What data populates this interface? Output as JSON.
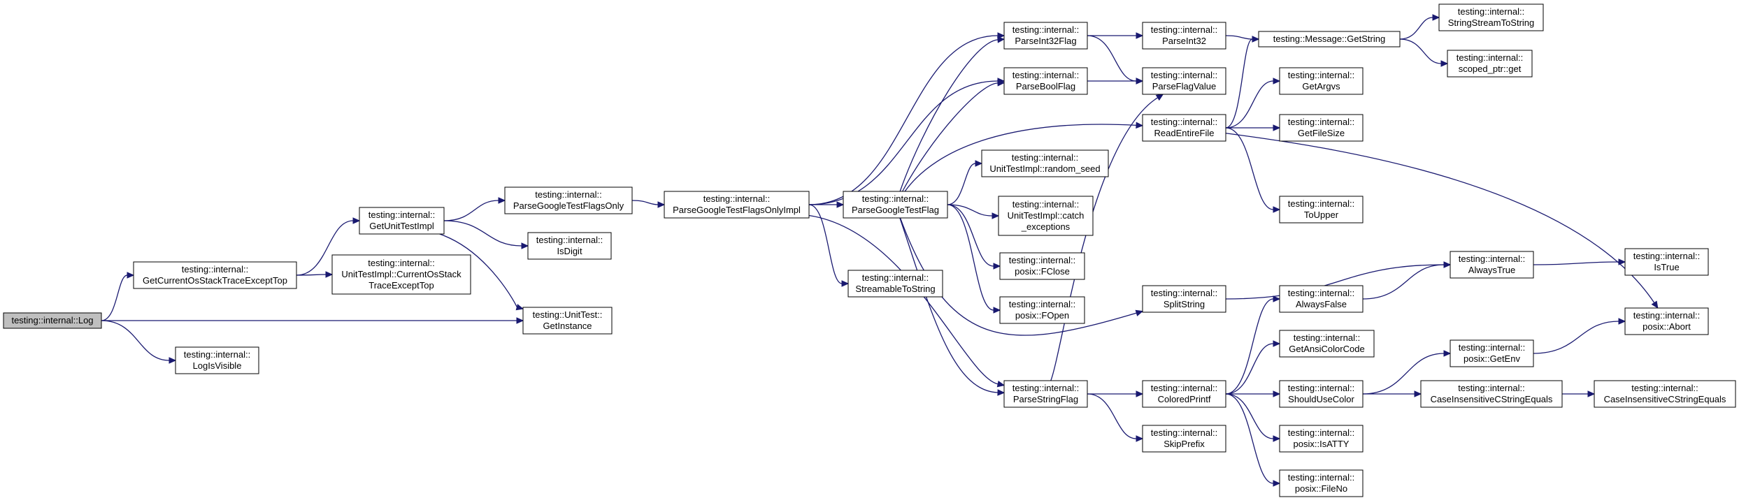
{
  "graph": {
    "nodes": [
      {
        "id": "log",
        "lines": [
          "testing::internal::Log"
        ],
        "root": true
      },
      {
        "id": "getcurrentos",
        "lines": [
          "testing::internal::",
          "GetCurrentOsStackTraceExceptTop"
        ]
      },
      {
        "id": "logisvisible",
        "lines": [
          "testing::internal::",
          "LogIsVisible"
        ]
      },
      {
        "id": "getinstance",
        "lines": [
          "testing::UnitTest::",
          "GetInstance"
        ]
      },
      {
        "id": "getunittestimpl",
        "lines": [
          "testing::internal::",
          "GetUnitTestImpl"
        ]
      },
      {
        "id": "currentosstack",
        "lines": [
          "testing::internal::",
          "UnitTestImpl::CurrentOsStack",
          "TraceExceptTop"
        ]
      },
      {
        "id": "parseflagsonly",
        "lines": [
          "testing::internal::",
          "ParseGoogleTestFlagsOnly"
        ]
      },
      {
        "id": "isdigit",
        "lines": [
          "testing::internal::",
          "IsDigit"
        ]
      },
      {
        "id": "parseflagsonlyimpl",
        "lines": [
          "testing::internal::",
          "ParseGoogleTestFlagsOnlyImpl"
        ]
      },
      {
        "id": "parseint32flag",
        "lines": [
          "testing::internal::",
          "ParseInt32Flag"
        ]
      },
      {
        "id": "parseboolflag",
        "lines": [
          "testing::internal::",
          "ParseBoolFlag"
        ]
      },
      {
        "id": "parsegoogletestflag",
        "lines": [
          "testing::internal::",
          "ParseGoogleTestFlag"
        ]
      },
      {
        "id": "streamabletostring",
        "lines": [
          "testing::internal::",
          "StreamableToString"
        ]
      },
      {
        "id": "parsestringflag",
        "lines": [
          "testing::internal::",
          "ParseStringFlag"
        ]
      },
      {
        "id": "randomseed",
        "lines": [
          "testing::internal::",
          "UnitTestImpl::random_seed"
        ]
      },
      {
        "id": "catchexceptions",
        "lines": [
          "testing::internal::",
          "UnitTestImpl::catch",
          "_exceptions"
        ]
      },
      {
        "id": "fclose",
        "lines": [
          "testing::internal::",
          "posix::FClose"
        ]
      },
      {
        "id": "fopen",
        "lines": [
          "testing::internal::",
          "posix::FOpen"
        ]
      },
      {
        "id": "parseint32",
        "lines": [
          "testing::internal::",
          "ParseInt32"
        ]
      },
      {
        "id": "parseflagvalue",
        "lines": [
          "testing::internal::",
          "ParseFlagValue"
        ]
      },
      {
        "id": "readentirefile",
        "lines": [
          "testing::internal::",
          "ReadEntireFile"
        ]
      },
      {
        "id": "splitstring",
        "lines": [
          "testing::internal::",
          "SplitString"
        ]
      },
      {
        "id": "coloredprintf",
        "lines": [
          "testing::internal::",
          "ColoredPrintf"
        ]
      },
      {
        "id": "skipprefix",
        "lines": [
          "testing::internal::",
          "SkipPrefix"
        ]
      },
      {
        "id": "getstring",
        "lines": [
          "testing::Message::GetString"
        ]
      },
      {
        "id": "getargvs",
        "lines": [
          "testing::internal::",
          "GetArgvs"
        ]
      },
      {
        "id": "getfilesize",
        "lines": [
          "testing::internal::",
          "GetFileSize"
        ]
      },
      {
        "id": "toupper",
        "lines": [
          "testing::internal::",
          "ToUpper"
        ]
      },
      {
        "id": "alwaysfalse",
        "lines": [
          "testing::internal::",
          "AlwaysFalse"
        ]
      },
      {
        "id": "getansicolorcode",
        "lines": [
          "testing::internal::",
          "GetAnsiColorCode"
        ]
      },
      {
        "id": "shouldusecolor",
        "lines": [
          "testing::internal::",
          "ShouldUseColor"
        ]
      },
      {
        "id": "isatty",
        "lines": [
          "testing::internal::",
          "posix::IsATTY"
        ]
      },
      {
        "id": "fileno",
        "lines": [
          "testing::internal::",
          "posix::FileNo"
        ]
      },
      {
        "id": "streamstreamtostring",
        "lines": [
          "testing::internal::",
          "StringStreamToString"
        ]
      },
      {
        "id": "scopedptrget",
        "lines": [
          "testing::internal::",
          "scoped_ptr::get"
        ]
      },
      {
        "id": "alwaystrue",
        "lines": [
          "testing::internal::",
          "AlwaysTrue"
        ]
      },
      {
        "id": "getenv",
        "lines": [
          "testing::internal::",
          "posix::GetEnv"
        ]
      },
      {
        "id": "caseinsensitive1",
        "lines": [
          "testing::internal::",
          "CaseInsensitiveCStringEquals"
        ]
      },
      {
        "id": "istrue",
        "lines": [
          "testing::internal::",
          "IsTrue"
        ]
      },
      {
        "id": "posixabort",
        "lines": [
          "testing::internal::",
          "posix::Abort"
        ]
      },
      {
        "id": "caseinsensitive2",
        "lines": [
          "testing::internal::",
          "CaseInsensitiveCStringEquals"
        ]
      }
    ],
    "edges": [
      [
        "log",
        "getcurrentos"
      ],
      [
        "log",
        "getinstance"
      ],
      [
        "log",
        "logisvisible"
      ],
      [
        "getcurrentos",
        "getunittestimpl"
      ],
      [
        "getcurrentos",
        "currentosstack"
      ],
      [
        "getunittestimpl",
        "parseflagsonly"
      ],
      [
        "getunittestimpl",
        "isdigit"
      ],
      [
        "getunittestimpl",
        "getinstance"
      ],
      [
        "parseflagsonly",
        "parseflagsonlyimpl"
      ],
      [
        "parseflagsonlyimpl",
        "parseint32flag"
      ],
      [
        "parseflagsonlyimpl",
        "parseboolflag"
      ],
      [
        "parseflagsonlyimpl",
        "parsegoogletestflag"
      ],
      [
        "parseflagsonlyimpl",
        "streamabletostring"
      ],
      [
        "parseflagsonlyimpl",
        "parsestringflag"
      ],
      [
        "parsegoogletestflag",
        "parseint32flag"
      ],
      [
        "parsegoogletestflag",
        "parseboolflag"
      ],
      [
        "parsegoogletestflag",
        "readentirefile"
      ],
      [
        "parsegoogletestflag",
        "randomseed"
      ],
      [
        "parsegoogletestflag",
        "catchexceptions"
      ],
      [
        "parsegoogletestflag",
        "fclose"
      ],
      [
        "parsegoogletestflag",
        "fopen"
      ],
      [
        "parsegoogletestflag",
        "splitstring"
      ],
      [
        "parsegoogletestflag",
        "parsestringflag"
      ],
      [
        "parseint32flag",
        "parseint32"
      ],
      [
        "parseint32flag",
        "parseflagvalue"
      ],
      [
        "parseboolflag",
        "parseflagvalue"
      ],
      [
        "parsestringflag",
        "parseflagvalue"
      ],
      [
        "parsestringflag",
        "coloredprintf"
      ],
      [
        "parsestringflag",
        "skipprefix"
      ],
      [
        "parseint32",
        "getstring"
      ],
      [
        "readentirefile",
        "getstring"
      ],
      [
        "readentirefile",
        "getargvs"
      ],
      [
        "readentirefile",
        "getfilesize"
      ],
      [
        "readentirefile",
        "toupper"
      ],
      [
        "readentirefile",
        "posixabort"
      ],
      [
        "splitstring",
        "alwaystrue"
      ],
      [
        "coloredprintf",
        "alwaysfalse"
      ],
      [
        "coloredprintf",
        "getansicolorcode"
      ],
      [
        "coloredprintf",
        "shouldusecolor"
      ],
      [
        "coloredprintf",
        "isatty"
      ],
      [
        "coloredprintf",
        "fileno"
      ],
      [
        "getstring",
        "streamstreamtostring"
      ],
      [
        "getstring",
        "scopedptrget"
      ],
      [
        "alwaysfalse",
        "alwaystrue"
      ],
      [
        "shouldusecolor",
        "getenv"
      ],
      [
        "shouldusecolor",
        "caseinsensitive1"
      ],
      [
        "alwaystrue",
        "istrue"
      ],
      [
        "getenv",
        "posixabort"
      ],
      [
        "caseinsensitive1",
        "caseinsensitive2"
      ]
    ]
  }
}
